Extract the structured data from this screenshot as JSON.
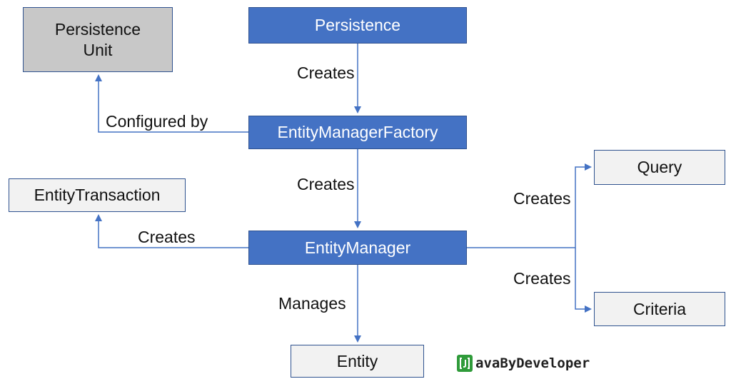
{
  "nodes": {
    "persistence": "Persistence",
    "persistence_unit": "Persistence\nUnit",
    "entity_manager_factory": "EntityManagerFactory",
    "entity_transaction": "EntityTransaction",
    "entity_manager": "EntityManager",
    "query": "Query",
    "criteria": "Criteria",
    "entity": "Entity"
  },
  "edges": {
    "persistence_to_factory": "Creates",
    "factory_to_unit": "Configured by",
    "factory_to_manager": "Creates",
    "manager_to_transaction": "Creates",
    "manager_to_query": "Creates",
    "manager_to_criteria": "Creates",
    "manager_to_entity": "Manages"
  },
  "logo": {
    "text": "avaByDeveloper"
  },
  "colors": {
    "primary_box": "#4472c4",
    "light_box": "#f2f2f2",
    "gray_box": "#c8c8c8",
    "border": "#2f528f",
    "connector": "#4472c4",
    "logo_green": "#2f9b3a"
  }
}
